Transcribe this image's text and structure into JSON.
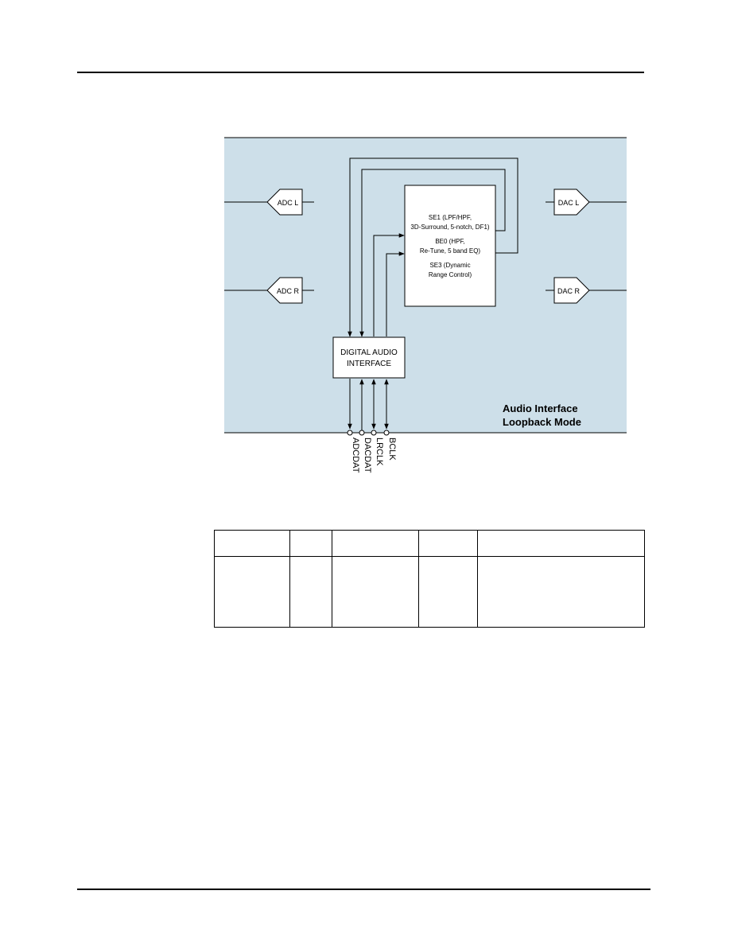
{
  "figure": {
    "colors": {
      "panel_fill": "#cddfe9",
      "line": "#000000",
      "block_fill": "#ffffff"
    },
    "adc_left": "ADC L",
    "adc_right": "ADC R",
    "dac_left": "DAC L",
    "dac_right": "DAC R",
    "dsp_block": {
      "line1": "SE1 (LPF/HPF,",
      "line2": "3D-Surround, 5-notch, DF1)",
      "line3": "BE0 (HPF,",
      "line4": "Re-Tune, 5 band EQ)",
      "line5": "SE3 (Dynamic",
      "line6": "Range Control)"
    },
    "dai_block": {
      "line1": "DIGITAL AUDIO",
      "line2": "INTERFACE"
    },
    "mode_label": {
      "line1": "Audio Interface",
      "line2": "Loopback Mode"
    },
    "pins": [
      "ADCDAT",
      "DACDAT",
      "LRCLK",
      "BCLK"
    ]
  },
  "table": {
    "headers": [
      "",
      "",
      "",
      "",
      ""
    ],
    "rows": [
      [
        "",
        "",
        "",
        "",
        ""
      ]
    ]
  }
}
